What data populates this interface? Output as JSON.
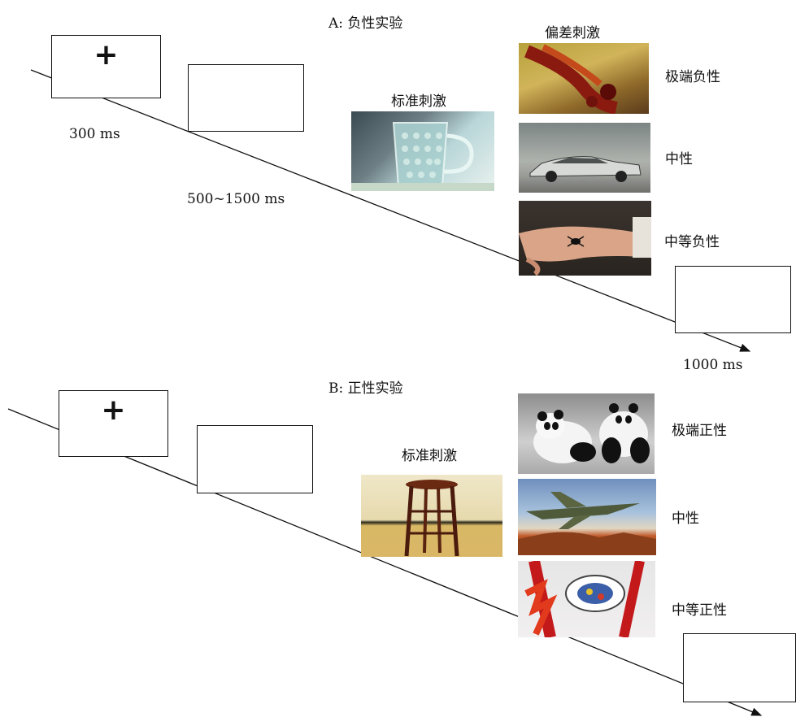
{
  "panel_a": {
    "title": "A: 负性实验",
    "fixation_symbol": "+",
    "fixation_time": "300 ms",
    "isi_time": "500~1500 ms",
    "standard_label": "标准刺激",
    "deviant_label": "偏差刺激",
    "deviant_items": [
      "极端负性",
      "中性",
      "中等负性"
    ],
    "end_time": "1000 ms"
  },
  "panel_b": {
    "title": "B: 正性实验",
    "fixation_symbol": "+",
    "standard_label": "标准刺激",
    "deviant_items": [
      "极端正性",
      "中性",
      "中等正性"
    ]
  }
}
